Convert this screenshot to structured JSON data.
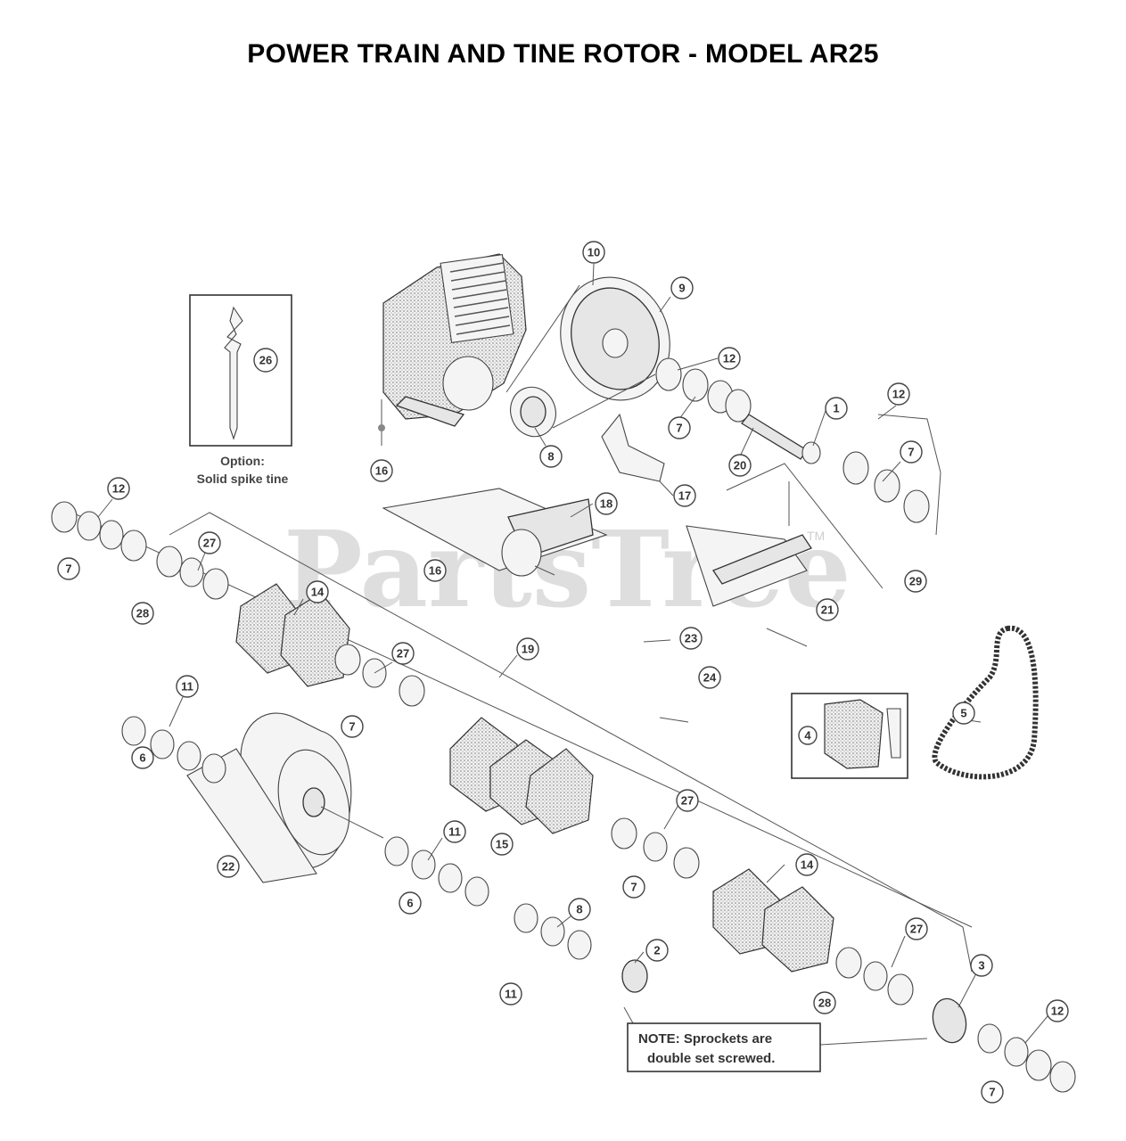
{
  "title": "POWER TRAIN AND TINE ROTOR - MODEL AR25",
  "watermark": {
    "text": "PartsTree",
    "tm": "TM"
  },
  "option_box": {
    "line1": "Option:",
    "line2": "Solid spike tine"
  },
  "note_box": {
    "line1": "NOTE: Sprockets are",
    "line2": "double set screwed."
  },
  "callouts": {
    "c10_top": "10",
    "c9": "9",
    "c12_a": "12",
    "c1": "1",
    "c12_b": "12",
    "c7_a": "7",
    "c8_a": "8",
    "c20": "20",
    "c7_b": "7",
    "c26": "26",
    "c16_a": "16",
    "c17": "17",
    "c18": "18",
    "c16_b": "16",
    "c29": "29",
    "c21": "21",
    "c12_c": "12",
    "c7_c": "7",
    "c27_a": "27",
    "c28_a": "28",
    "c14_a": "14",
    "c19": "19",
    "c27_b": "27",
    "c7_d": "7",
    "c23": "23",
    "c24": "24",
    "c5": "5",
    "c4": "4",
    "c11_a": "11",
    "c6_a": "6",
    "c15": "15",
    "c27_c": "27",
    "c7_e": "7",
    "c22": "22",
    "c11_b": "11",
    "c6_b": "6",
    "c14_b": "14",
    "c8_b": "8",
    "c11_c": "11",
    "c2": "2",
    "c27_d": "27",
    "c28_b": "28",
    "c3": "3",
    "c12_d": "12",
    "c7_f": "7"
  }
}
